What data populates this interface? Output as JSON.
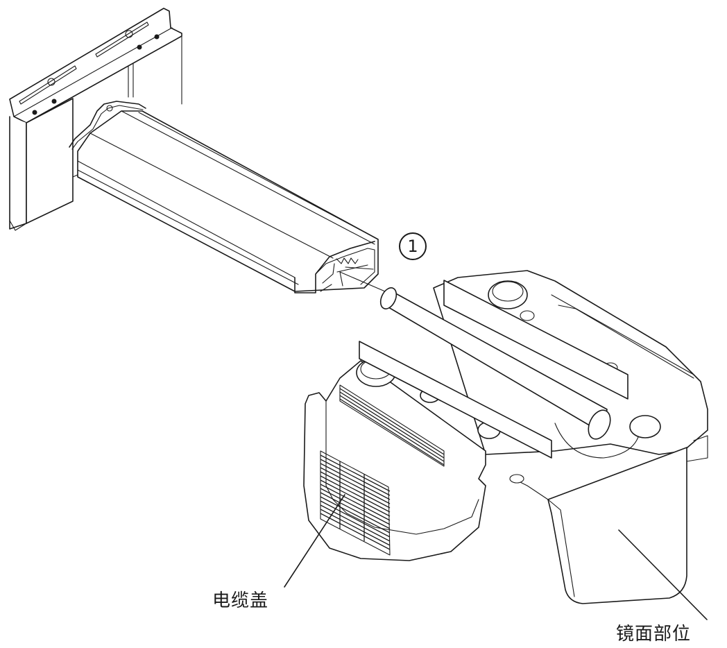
{
  "diagram": {
    "description": "Wall mount arm installation onto projector (exploded view)",
    "step_marker": "1",
    "labels": {
      "cable_cover": "电缆盖",
      "mirror_section": "镜面部位"
    },
    "colors": {
      "line": "#1a1a1a",
      "background": "#ffffff"
    }
  }
}
